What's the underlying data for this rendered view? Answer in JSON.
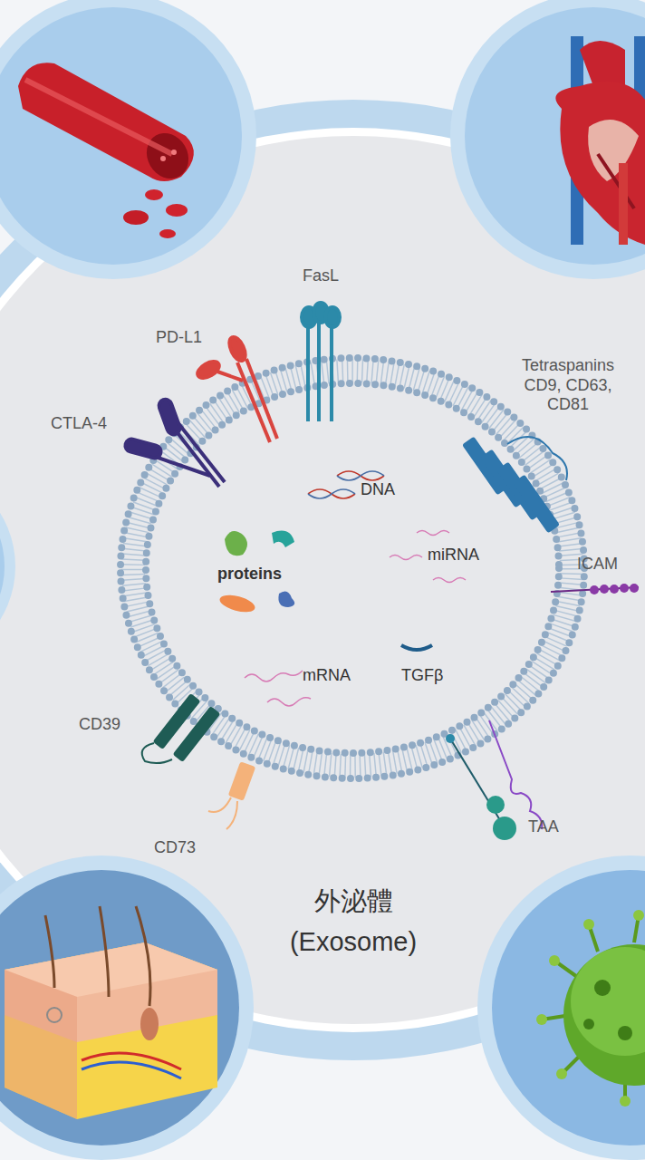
{
  "diagram": {
    "nodes": [
      {
        "text": [
          "外泌體 (Exosome)"
        ]
      }
    ],
    "labels": [
      "FasL",
      "PD-L1",
      "CTLA-4",
      "Tetraspanins CD9, CD63, CD81",
      "ICAM",
      "DNA",
      "miRNA",
      "proteins",
      "mRNA",
      "TGFβ",
      "CD39",
      "CD73",
      "TAA"
    ]
  }
}
